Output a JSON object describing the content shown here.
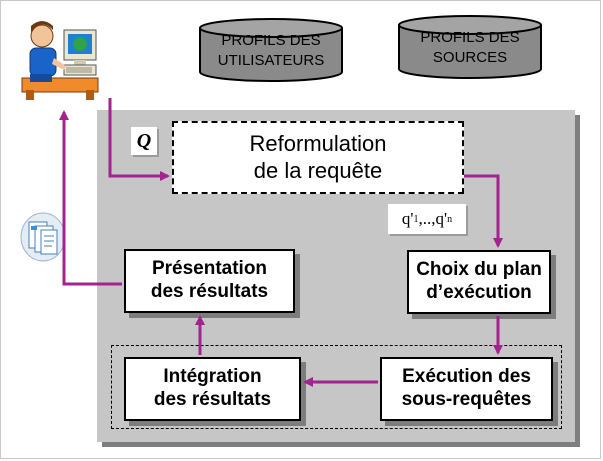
{
  "diagram": {
    "databases": [
      {
        "id": "users",
        "line1": "PROFILS DES",
        "line2": "UTILISATEURS"
      },
      {
        "id": "sources",
        "line1": "PROFILS DES",
        "line2": "SOURCES"
      }
    ],
    "query_label": "Q",
    "reformulation": {
      "line1": "Reformulation",
      "line2": "de la requête"
    },
    "subqueries_label": {
      "q": "q'",
      "sub1": "1",
      "sep": ",..,q'",
      "subn": "n"
    },
    "plan": {
      "line1": "Choix du plan",
      "line2": "d’exécution"
    },
    "presentation": {
      "line1": "Présentation",
      "line2": "des résultats"
    },
    "integration": {
      "line1": "Intégration",
      "line2": "des résultats"
    },
    "execution": {
      "line1": "Exécution des",
      "line2": "sous-requêtes"
    },
    "colors": {
      "arrow": "#a3238f",
      "panel": "#c6c6c6",
      "cylinder": "#8a8a8a"
    },
    "icons": [
      "user-at-computer-icon",
      "documents-icon"
    ]
  }
}
